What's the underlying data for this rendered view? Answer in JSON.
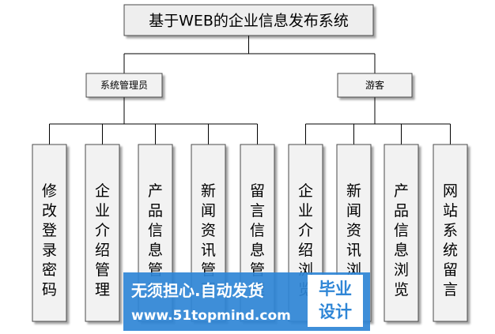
{
  "diagram": {
    "root": {
      "label": "基于WEB的企业信息发布系统"
    },
    "groups": [
      {
        "label": "系统管理员",
        "children": [
          "修改登录密码",
          "企业介绍管理",
          "产品信息管理",
          "新闻资讯管理",
          "留言信息管理"
        ]
      },
      {
        "label": "游客",
        "children": [
          "企业介绍浏览",
          "新闻资讯浏览",
          "产品信息浏览",
          "网站系统留言"
        ]
      }
    ],
    "colors": {
      "root_fill": "#eeeeee",
      "node_fill": "#f2f2f2",
      "border": "#4a4a4a",
      "line": "#000000"
    }
  },
  "watermark": {
    "line1": "无须担心.自动发货",
    "line2": "www.51topmind.com",
    "badge_line1": "毕业",
    "badge_line2": "设计",
    "background": "#2f86d6",
    "text_color": "#ffffff"
  }
}
